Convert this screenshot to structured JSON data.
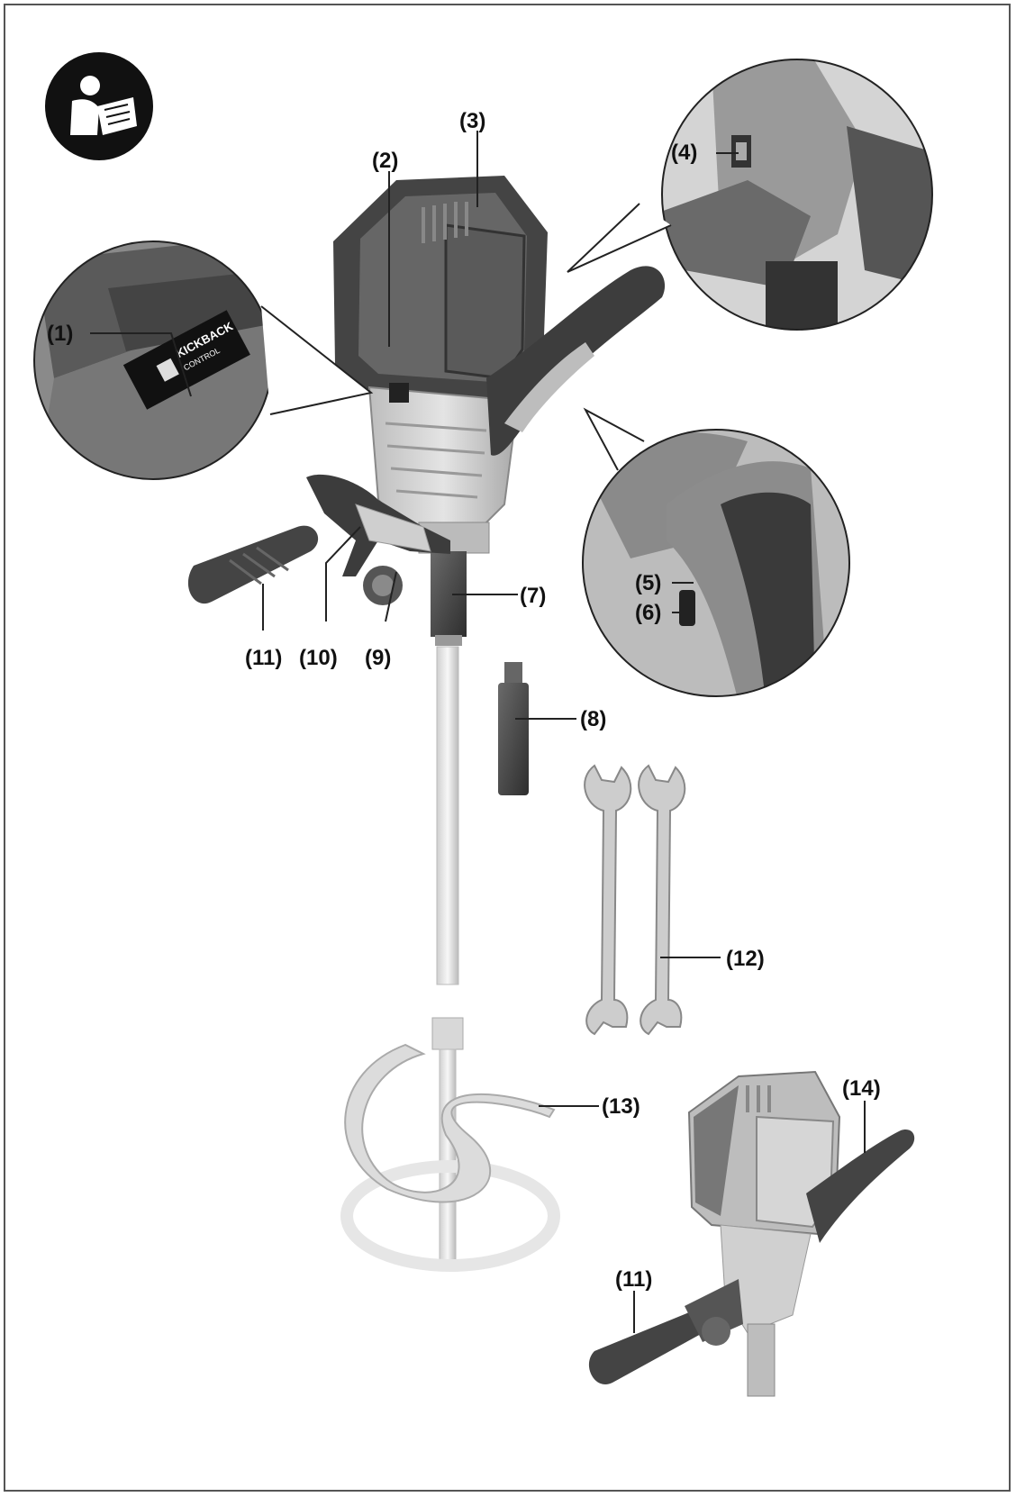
{
  "labels": {
    "l1": "(1)",
    "l2": "(2)",
    "l3": "(3)",
    "l4": "(4)",
    "l5": "(5)",
    "l6": "(6)",
    "l7": "(7)",
    "l8": "(8)",
    "l9": "(9)",
    "l10": "(10)",
    "l11": "(11)",
    "l12": "(12)",
    "l13": "(13)",
    "l14": "(14)",
    "l11b": "(11)"
  },
  "kickback_logo": {
    "line1": "KICKBACK",
    "line2": "CONTROL"
  },
  "icons": {
    "manual": "read-manual-icon"
  }
}
